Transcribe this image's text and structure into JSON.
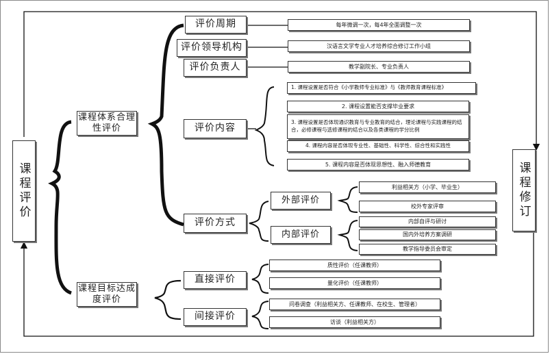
{
  "left_root": {
    "label": "课程评价"
  },
  "right_root": {
    "label": "课程修订"
  },
  "branch_system": {
    "label": "课程体系合理性评价",
    "cycle": {
      "label": "评价周期",
      "detail": "每年微调一次，每4年全面调整一次"
    },
    "leadership": {
      "label": "评价领导机构",
      "detail": "汉语言文学专业人才培养综合修订工作小组"
    },
    "responsible": {
      "label": "评价负责人",
      "detail": "教学副院长、专业负责人"
    },
    "content": {
      "label": "评价内容",
      "items": [
        "1. 课程设置是否符合《小学教师专业标准》与《教师教育课程标准》",
        "2. 课程设置能否支撑毕业要求",
        "3. 课程设置是否体现通识教育与专业教育的结合，理论课程与实践课程的结合，必修课程与选修课程的结合以及各类课程的学分比例",
        "4. 课程内容是否体现专业性、基础性、科学性、综合性和实践性",
        "5. 课程内容是否体现思想性、融入师德教育"
      ]
    },
    "methods": {
      "label": "评价方式",
      "external": {
        "label": "外部评价",
        "items": [
          "利益相关方（小学、毕业生）",
          "校外专家评审"
        ]
      },
      "internal": {
        "label": "内部评价",
        "items": [
          "内部自评与研讨",
          "国内外培养方案调研",
          "教学指导委员会审定"
        ]
      }
    }
  },
  "branch_goal": {
    "label": "课程目标达成度评价",
    "direct": {
      "label": "直接评价",
      "items": [
        "质性评价（任课教师）",
        "量化评价（任课教师）"
      ]
    },
    "indirect": {
      "label": "间接评价",
      "items": [
        "问卷调查（利益相关方、任课教师、在校生、管理者）",
        "访谈（利益相关方）"
      ]
    }
  },
  "colors": {
    "line": "#111111",
    "box_border": "#333333",
    "shadow": "#777777"
  }
}
